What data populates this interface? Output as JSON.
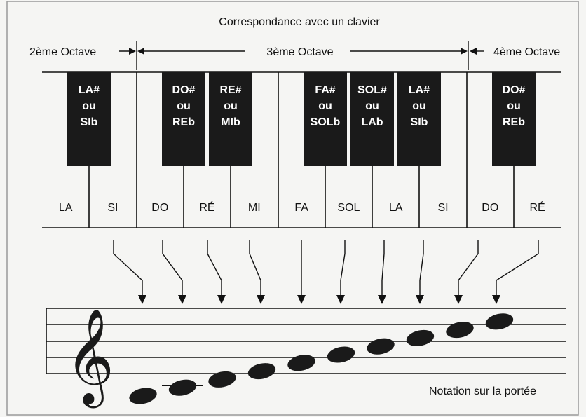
{
  "title": "Correspondance avec un clavier",
  "octaves": [
    {
      "label": "2ème Octave"
    },
    {
      "label": "3ème Octave"
    },
    {
      "label": "4ème Octave"
    }
  ],
  "white_keys": [
    "LA",
    "SI",
    "DO",
    "RÉ",
    "MI",
    "FA",
    "SOL",
    "LA",
    "SI",
    "DO",
    "RÉ"
  ],
  "black_keys": [
    {
      "lines": [
        "LA#",
        "ou",
        "SIb"
      ]
    },
    {
      "lines": [
        "DO#",
        "ou",
        "REb"
      ]
    },
    {
      "lines": [
        "RE#",
        "ou",
        "MIb"
      ]
    },
    {
      "lines": [
        "FA#",
        "ou",
        "SOLb"
      ]
    },
    {
      "lines": [
        "SOL#",
        "ou",
        "LAb"
      ]
    },
    {
      "lines": [
        "LA#",
        "ou",
        "SIb"
      ]
    },
    {
      "lines": [
        "DO#",
        "ou",
        "REb"
      ]
    }
  ],
  "staff": {
    "caption": "Notation sur la portée",
    "clef": "𝄞",
    "note_count": 10
  }
}
